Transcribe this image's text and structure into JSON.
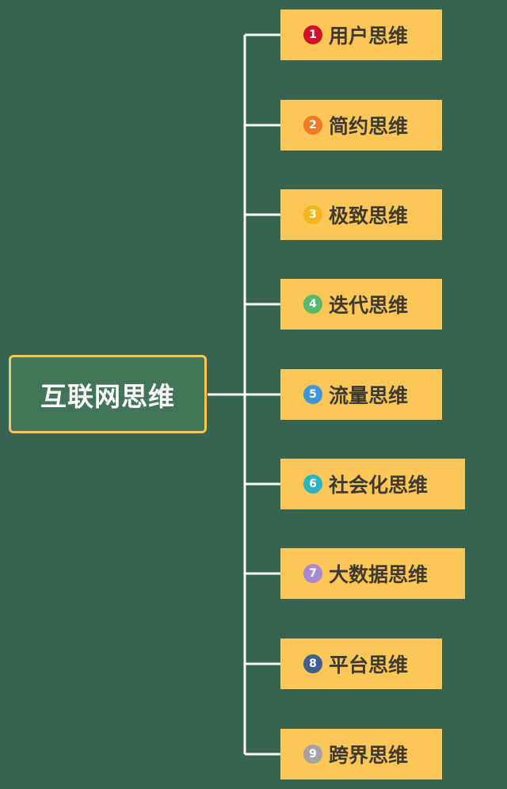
{
  "root": {
    "label": "互联网思维"
  },
  "branches": [
    {
      "number": "1",
      "label": "用户思维",
      "badge_color": "#d0132b"
    },
    {
      "number": "2",
      "label": "简约思维",
      "badge_color": "#ef7b22"
    },
    {
      "number": "3",
      "label": "极致思维",
      "badge_color": "#f7b51c"
    },
    {
      "number": "4",
      "label": "迭代思维",
      "badge_color": "#56b96d"
    },
    {
      "number": "5",
      "label": "流量思维",
      "badge_color": "#3f95db"
    },
    {
      "number": "6",
      "label": "社会化思维",
      "badge_color": "#27b7c4"
    },
    {
      "number": "7",
      "label": "大数据思维",
      "badge_color": "#a98ad1"
    },
    {
      "number": "8",
      "label": "平台思维",
      "badge_color": "#405f8d"
    },
    {
      "number": "9",
      "label": "跨界思维",
      "badge_color": "#a3a3a3"
    }
  ],
  "colors": {
    "background": "#366450",
    "root_fill": "#427457",
    "root_border": "#f4c753",
    "branch_fill": "#fbc757",
    "connector": "#ffffff"
  }
}
